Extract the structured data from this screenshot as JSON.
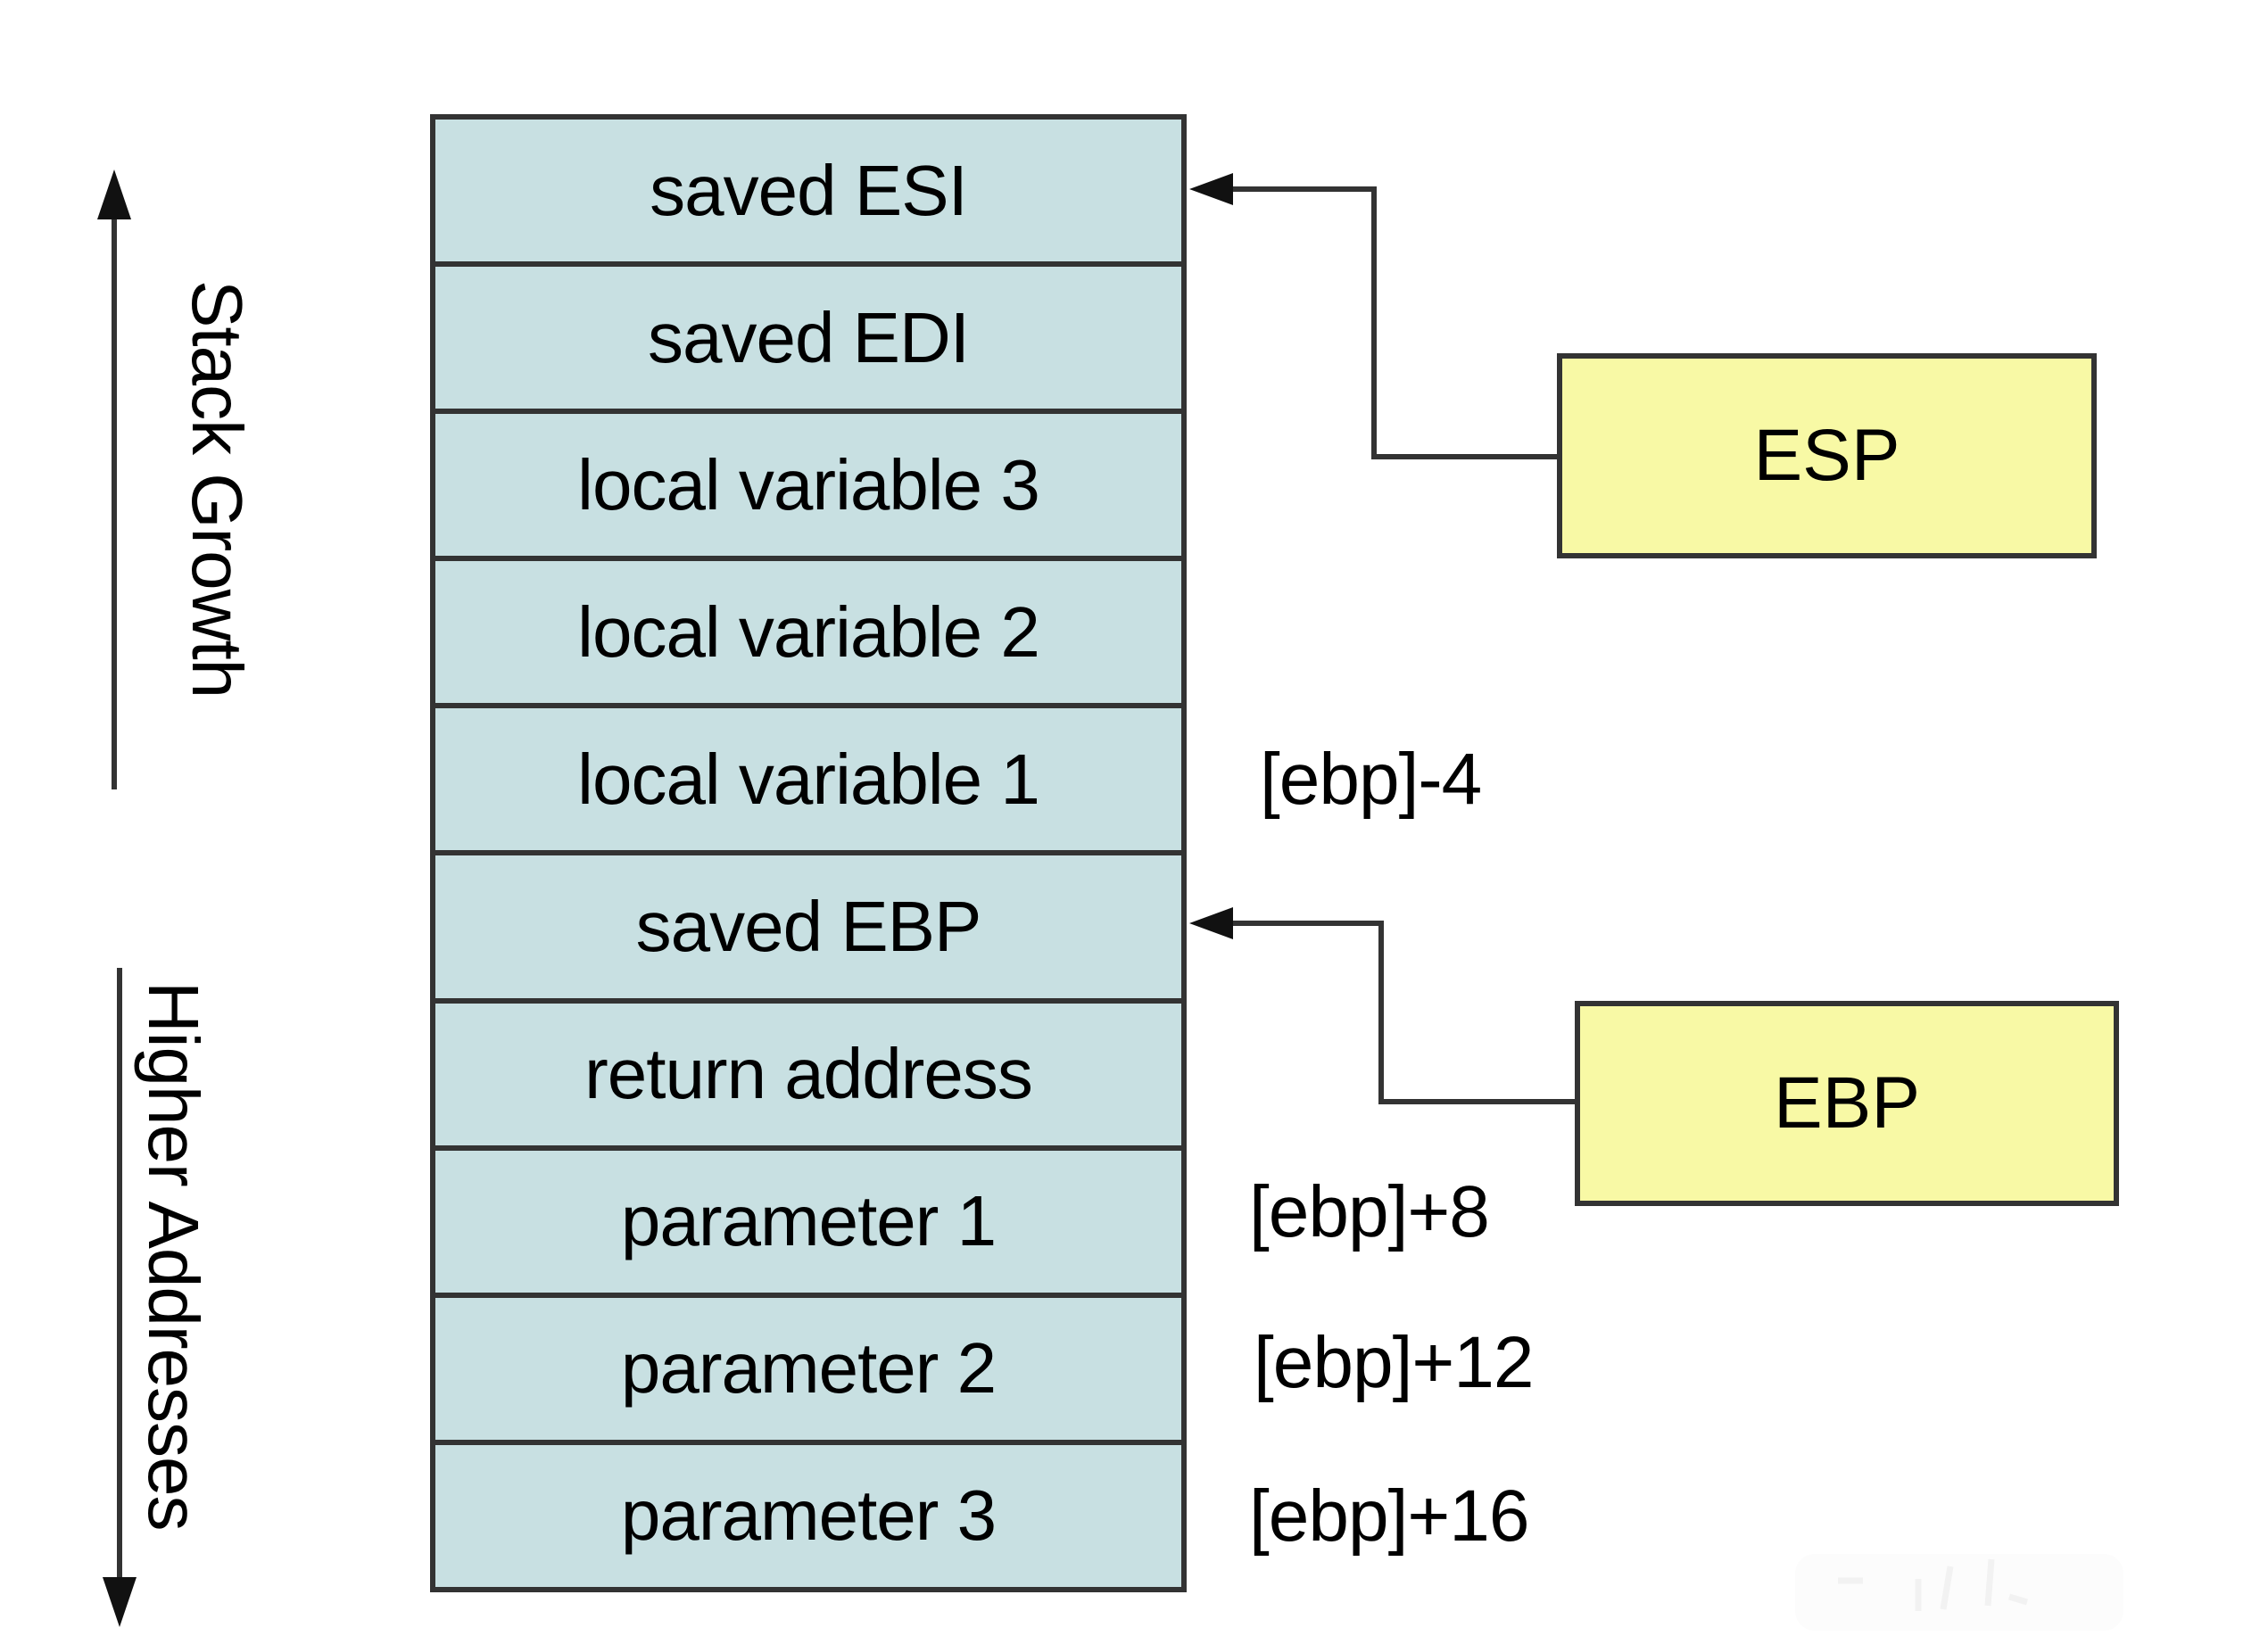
{
  "diagram": {
    "left_labels": [
      {
        "text": "Stack Growth",
        "arrow_direction": "up"
      },
      {
        "text": "Higher Addresses",
        "arrow_direction": "down"
      }
    ],
    "stack": {
      "rows": [
        "saved ESI",
        "saved EDI",
        "local variable 3",
        "local variable 2",
        "local variable 1",
        "saved EBP",
        "return address",
        "parameter 1",
        "parameter 2",
        "parameter 3"
      ]
    },
    "annotations": [
      "[ebp]-4",
      "[ebp]+8",
      "[ebp]+12",
      "[ebp]+16"
    ],
    "registers": [
      {
        "label": "ESP",
        "points_to": "saved ESI"
      },
      {
        "label": "EBP",
        "points_to": "saved EBP"
      }
    ],
    "colors": {
      "cell_fill": "#c8e0e2",
      "register_fill": "#f8f9a5",
      "line": "#333333",
      "arrowhead": "#111111",
      "text": "#000000"
    }
  }
}
